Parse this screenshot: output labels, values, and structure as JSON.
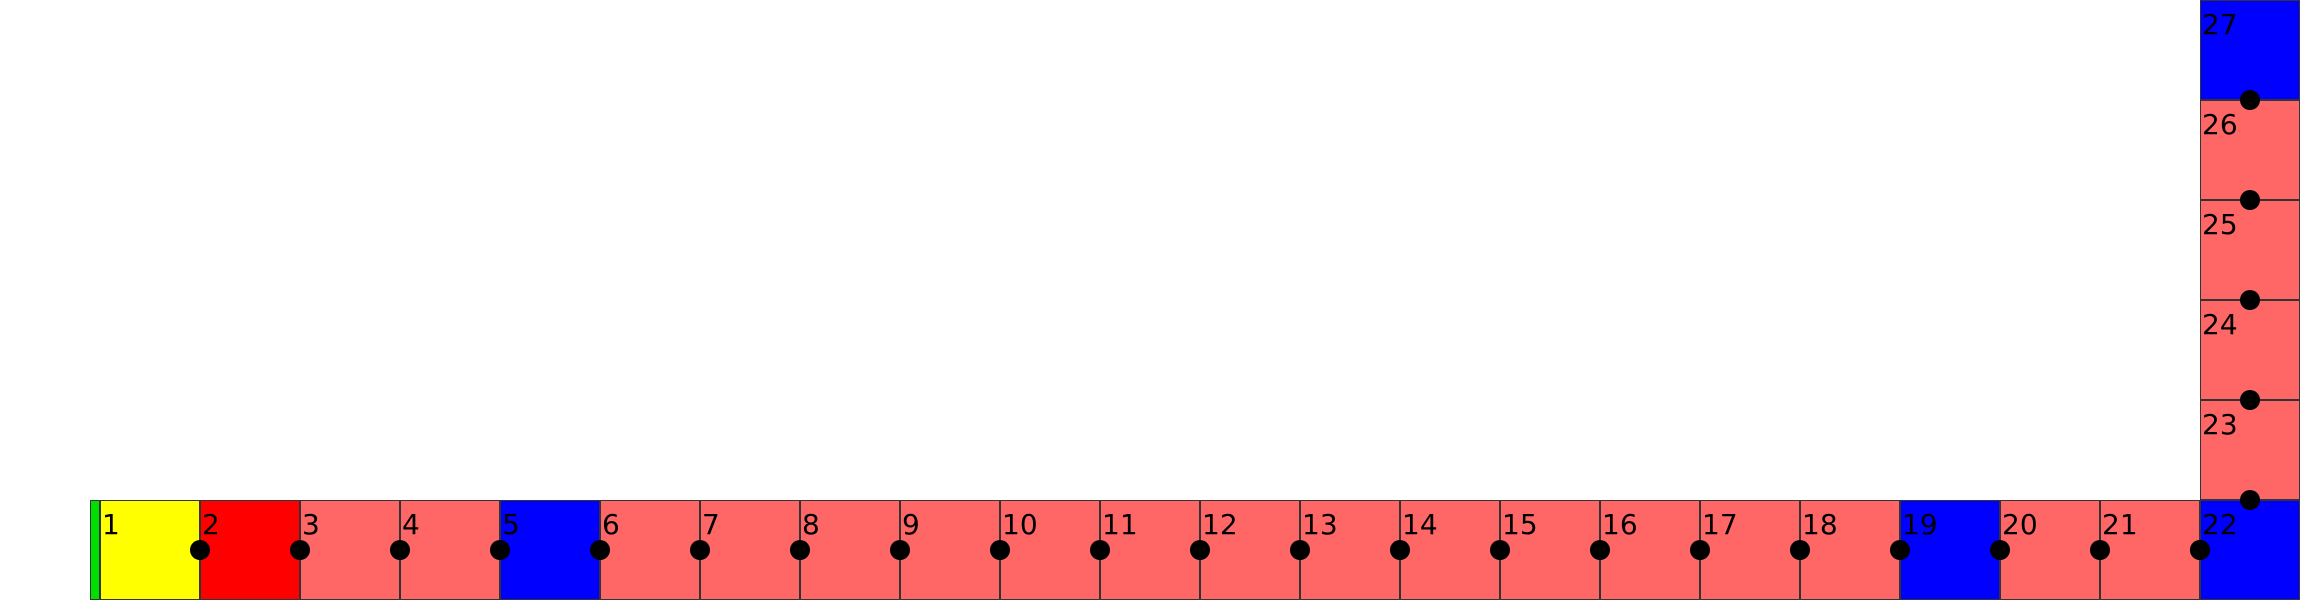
{
  "board": {
    "colors": {
      "start": "#00e000",
      "yellow": "#ffff00",
      "red": "#ff0000",
      "salmon": "#ff6666",
      "blue": "#0000ff",
      "dot": "#000000"
    },
    "cells": [
      {
        "label": "1",
        "color": "yellow"
      },
      {
        "label": "2",
        "color": "red"
      },
      {
        "label": "3",
        "color": "salmon"
      },
      {
        "label": "4",
        "color": "salmon"
      },
      {
        "label": "5",
        "color": "blue"
      },
      {
        "label": "6",
        "color": "salmon"
      },
      {
        "label": "7",
        "color": "salmon"
      },
      {
        "label": "8",
        "color": "salmon"
      },
      {
        "label": "9",
        "color": "salmon"
      },
      {
        "label": "10",
        "color": "salmon"
      },
      {
        "label": "11",
        "color": "salmon"
      },
      {
        "label": "12",
        "color": "salmon"
      },
      {
        "label": "13",
        "color": "salmon"
      },
      {
        "label": "14",
        "color": "salmon"
      },
      {
        "label": "15",
        "color": "salmon"
      },
      {
        "label": "16",
        "color": "salmon"
      },
      {
        "label": "17",
        "color": "salmon"
      },
      {
        "label": "18",
        "color": "salmon"
      },
      {
        "label": "19",
        "color": "blue"
      },
      {
        "label": "20",
        "color": "salmon"
      },
      {
        "label": "21",
        "color": "salmon"
      },
      {
        "label": "22",
        "color": "blue"
      },
      {
        "label": "23",
        "color": "salmon"
      },
      {
        "label": "24",
        "color": "salmon"
      },
      {
        "label": "25",
        "color": "salmon"
      },
      {
        "label": "26",
        "color": "salmon"
      },
      {
        "label": "27",
        "color": "blue"
      }
    ]
  }
}
